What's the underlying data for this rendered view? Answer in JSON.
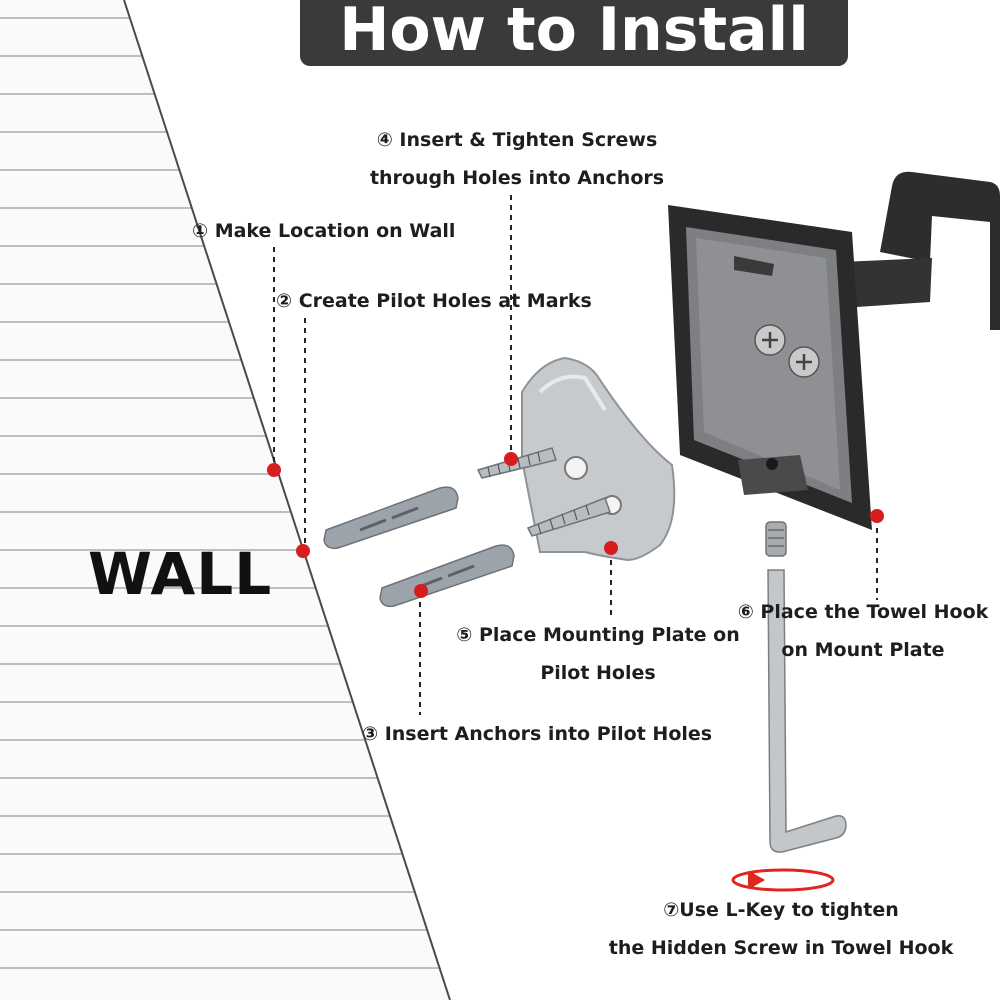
{
  "title": "How to Install",
  "wall_label": "WALL",
  "colors": {
    "title_bar": "#3a3a3a",
    "marker": "#d61e1e",
    "hook": "#2b2b2b",
    "plate": "#c9ccd0",
    "anchor": "#9aa0a6",
    "arrow": "#e0261f"
  },
  "steps": [
    {
      "id": "1",
      "lines": [
        "① Make Location on Wall"
      ]
    },
    {
      "id": "2",
      "lines": [
        "② Create Pilot Holes at Marks"
      ]
    },
    {
      "id": "3",
      "lines": [
        "③ Insert Anchors into Pilot Holes"
      ]
    },
    {
      "id": "4",
      "lines": [
        "④ Insert & Tighten Screws",
        "through Holes into Anchors"
      ]
    },
    {
      "id": "5",
      "lines": [
        "⑤ Place Mounting Plate on",
        "Pilot Holes"
      ]
    },
    {
      "id": "6",
      "lines": [
        "⑥ Place the Towel Hook",
        "on Mount Plate"
      ]
    },
    {
      "id": "7",
      "lines": [
        "⑦Use L-Key to tighten",
        "the Hidden Screw in Towel Hook"
      ]
    }
  ]
}
